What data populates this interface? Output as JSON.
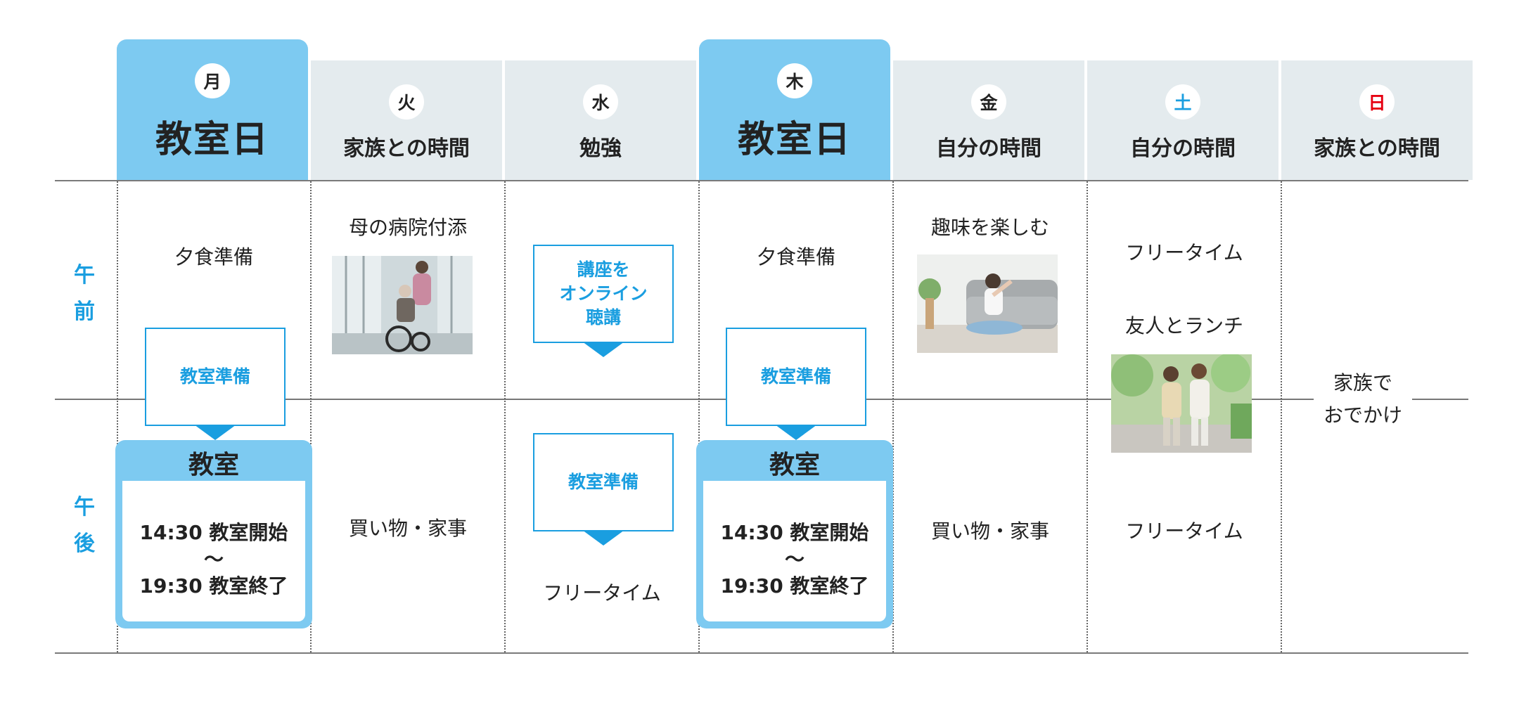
{
  "days": [
    {
      "circle": "月",
      "label": "教室日",
      "highlight": true,
      "circle_color": "#222222"
    },
    {
      "circle": "火",
      "label": "家族との時間",
      "highlight": false,
      "circle_color": "#222222"
    },
    {
      "circle": "水",
      "label": "勉強",
      "highlight": false,
      "circle_color": "#222222"
    },
    {
      "circle": "木",
      "label": "教室日",
      "highlight": true,
      "circle_color": "#222222"
    },
    {
      "circle": "金",
      "label": "自分の時間",
      "highlight": false,
      "circle_color": "#222222"
    },
    {
      "circle": "土",
      "label": "自分の時間",
      "highlight": false,
      "circle_color": "#1a9ee0"
    },
    {
      "circle": "日",
      "label": "家族との時間",
      "highlight": false,
      "circle_color": "#e60012"
    }
  ],
  "periods": {
    "am": [
      "午",
      "前"
    ],
    "pm": [
      "午",
      "後"
    ]
  },
  "cells": {
    "mon_am": "夕食準備",
    "tue_am": "母の病院付添",
    "thu_am": "夕食準備",
    "fri_am": "趣味を楽しむ",
    "sat_am1": "フリータイム",
    "sat_am2": "友人とランチ",
    "tue_pm": "買い物・家事",
    "wed_pm": "フリータイム",
    "fri_pm": "買い物・家事",
    "sat_pm": "フリータイム",
    "sun_line1": "家族で",
    "sun_line2": "おでかけ"
  },
  "callouts": {
    "mon_prep": "教室準備",
    "wed_online": [
      "講座を",
      "オンライン",
      "聴講"
    ],
    "thu_prep": "教室準備",
    "wed_prep": "教室準備"
  },
  "classroom": {
    "title": "教室",
    "start": "14:30 教室開始",
    "tilde": "〜",
    "end": "19:30 教室終了"
  },
  "images": {
    "tue": "wheelchair-hospital-photo",
    "fri": "stretching-woman-photo",
    "sat": "friends-walking-photo"
  },
  "colors": {
    "highlight": "#7dcaf1",
    "header": "#e4ebee",
    "accent": "#1a9ee0",
    "sunday": "#e60012"
  }
}
